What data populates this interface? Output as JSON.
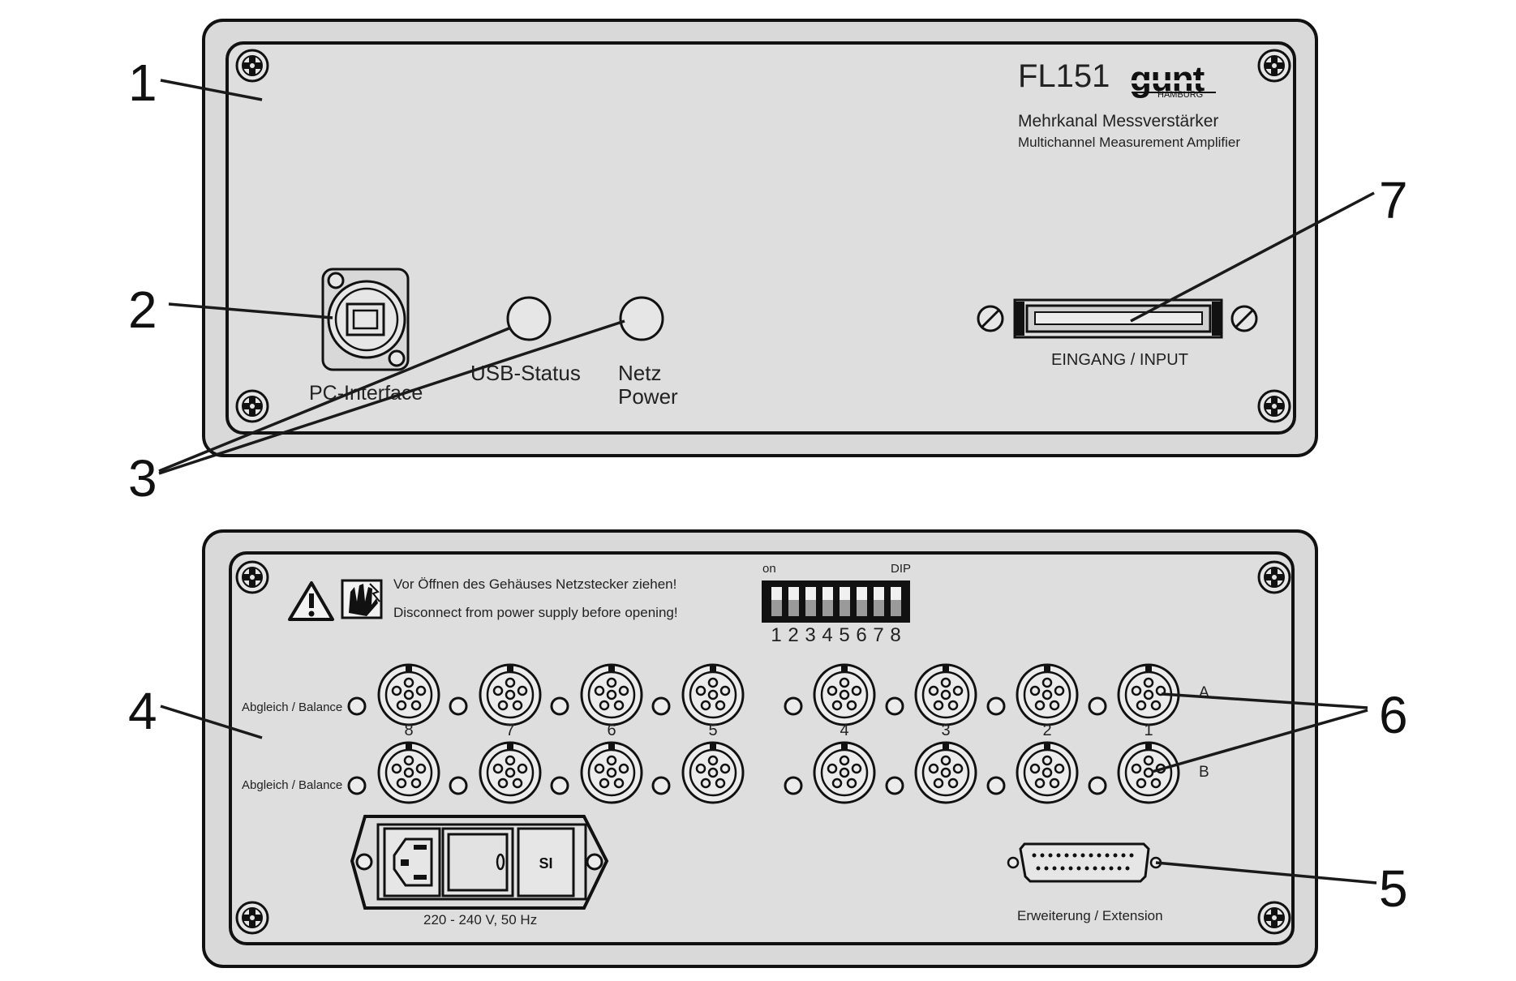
{
  "front_panel": {
    "model": "FL151",
    "brand": "gunt",
    "brand_sub": "HAMBURG",
    "title_de": "Mehrkanal Messverstärker",
    "title_en": "Multichannel Measurement Amplifier",
    "pc_interface": "PC-Interface",
    "usb_status": "USB-Status",
    "netz": "Netz",
    "power": "Power",
    "input_label": "EINGANG / INPUT"
  },
  "rear_panel": {
    "warning_de": "Vor Öffnen des Gehäuses Netzstecker ziehen!",
    "warning_en": "Disconnect from power supply before opening!",
    "dip_on": "on",
    "dip_label": "DIP",
    "dip_numbers": [
      "1",
      "2",
      "3",
      "4",
      "5",
      "6",
      "7",
      "8"
    ],
    "balance_label": "Abgleich / Balance",
    "channel_numbers": [
      "8",
      "7",
      "6",
      "5",
      "4",
      "3",
      "2",
      "1"
    ],
    "row_a": "A",
    "row_b": "B",
    "fuse_label": "SI",
    "power_rating": "220 - 240 V, 50 Hz",
    "extension_label": "Erweiterung / Extension"
  },
  "callouts": [
    "1",
    "2",
    "3",
    "4",
    "5",
    "6",
    "7"
  ],
  "colors": {
    "panel_fill": "#d9d9d9",
    "inner_fill": "#dedede",
    "line": "#1a1a1a"
  }
}
